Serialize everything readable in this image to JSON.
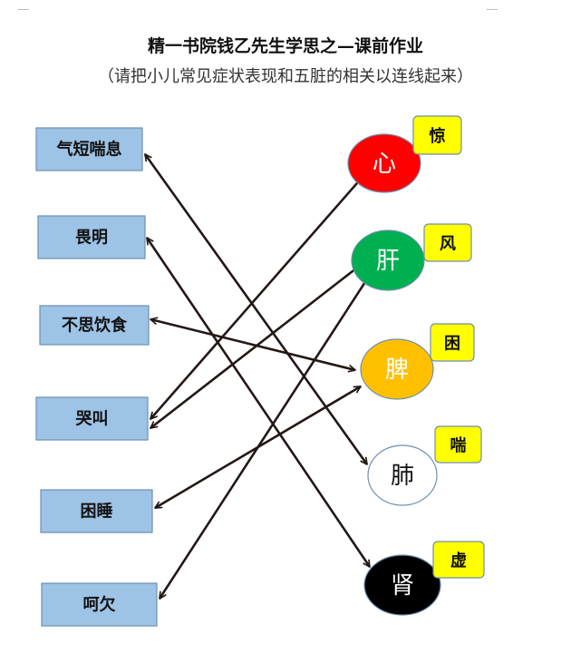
{
  "title": "精一书院钱乙先生学思之—课前作业",
  "subtitle": "（请把小儿常见症状表现和五脏的相关以连线起来）",
  "symptoms": [
    "气短喘息",
    "畏明",
    "不思饮食",
    "哭叫",
    "困睡",
    "呵欠"
  ],
  "organs": [
    {
      "name": "心",
      "color": "#ff0000",
      "text_color": "#ffffff",
      "tag": "惊"
    },
    {
      "name": "肝",
      "color": "#00b050",
      "text_color": "#ffffff",
      "tag": "风"
    },
    {
      "name": "脾",
      "color": "#ffc000",
      "text_color": "#ffffff",
      "tag": "困"
    },
    {
      "name": "肺",
      "color": "#ffffff",
      "text_color": "#111111",
      "tag": "喘"
    },
    {
      "name": "肾",
      "color": "#000000",
      "text_color": "#ffffff",
      "tag": "虚"
    }
  ],
  "connections": [
    {
      "symptom": "气短喘息",
      "organ": "肺"
    },
    {
      "symptom": "畏明",
      "organ": "肾"
    },
    {
      "symptom": "不思饮食",
      "organ": "脾"
    },
    {
      "symptom": "哭叫",
      "organ": "心"
    },
    {
      "symptom": "哭叫",
      "organ": "肝"
    },
    {
      "symptom": "困睡",
      "organ": "脾"
    },
    {
      "symptom": "呵欠",
      "organ": "肝"
    }
  ],
  "colors": {
    "symptom_box": "#9dc3e6",
    "tag_box": "#ffff00",
    "border": "#6f8fae"
  }
}
